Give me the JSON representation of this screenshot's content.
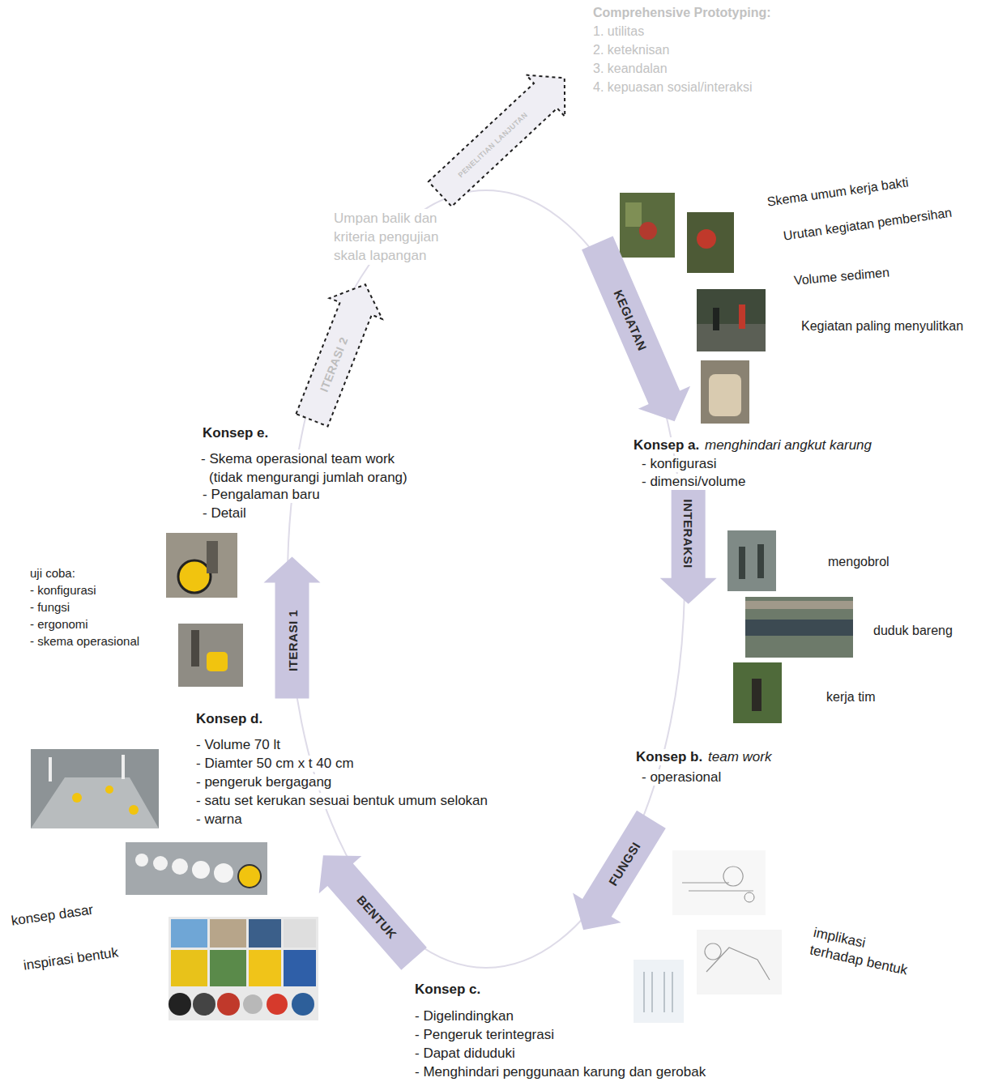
{
  "diagram": {
    "nodes": [
      {
        "text": [
          "KEGIATAN"
        ]
      },
      {
        "text": [
          "INTERAKSI"
        ]
      },
      {
        "text": [
          "FUNGSI"
        ]
      },
      {
        "text": [
          "BENTUK"
        ]
      },
      {
        "text": [
          "ITERASI 1"
        ]
      },
      {
        "text": [
          "ITERASI 2"
        ]
      },
      {
        "text": [
          "PENELITIAN LANJUTAN"
        ]
      }
    ],
    "labels": [
      "Comprehensive Prototyping:",
      "1. utilitas",
      "2. keteknisan",
      "3. keandalan",
      "4. kepuasan sosial/interaksi",
      "Umpan balik dan kriteria pengujian skala lapangan",
      "Skema umum kerja bakti",
      "Urutan kegiatan pembersihan",
      "Volume sedimen",
      "Kegiatan paling menyulitkan",
      "Konsep a.",
      "menghindari angkut karung",
      "- konfigurasi",
      "- dimensi/volume",
      "mengobrol",
      "duduk bareng",
      "kerja tim",
      "Konsep b.",
      "team work",
      "- operasional",
      "implikasi terhadap bentuk",
      "Konsep c.",
      "- Digelindingkan",
      "- Pengeruk terintegrasi",
      "- Dapat diduduki",
      "- Menghindari penggunaan karung dan gerobak",
      "konsep dasar",
      "inspirasi bentuk",
      "Konsep d.",
      "- Volume 70 lt",
      "- Diamter 50 cm x t 40 cm",
      "- pengeruk bergagang",
      "- satu set kerukan sesuai bentuk umum selokan",
      "- warna",
      "uji coba:",
      "- konfigurasi",
      "- fungsi",
      "- ergonomi",
      "- skema operasional",
      "Konsep e.",
      "- Skema operasional team work (tidak mengurangi jumlah orang)",
      "- Pengalaman baru",
      "- Detail"
    ]
  }
}
